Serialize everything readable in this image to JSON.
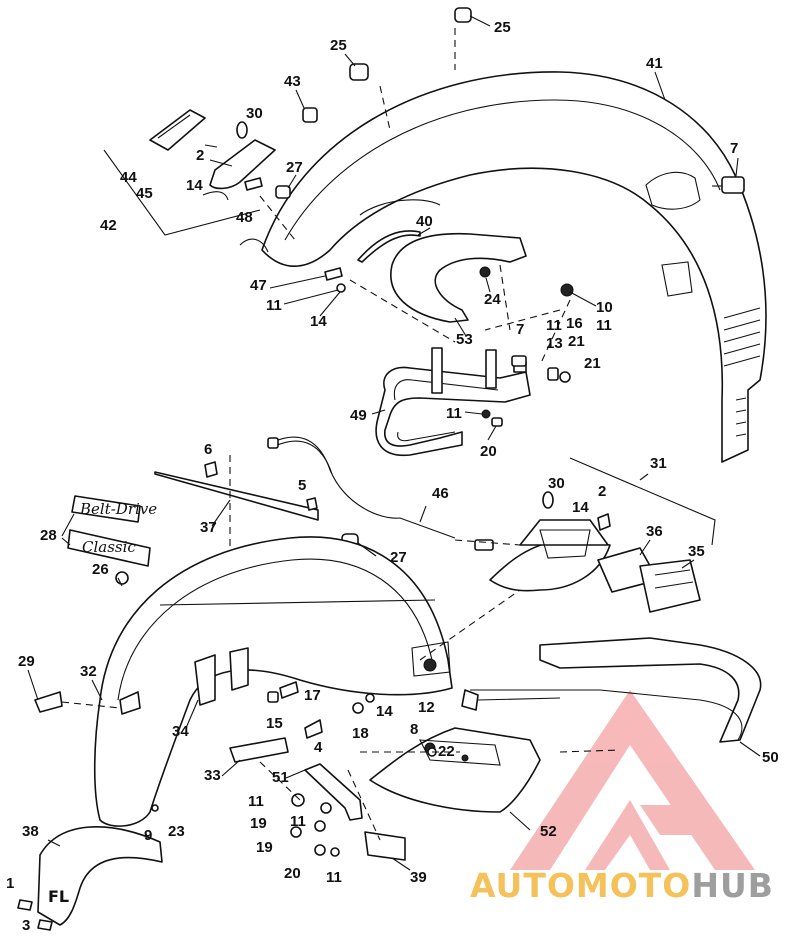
{
  "callouts": {
    "c1": "1",
    "c2a": "2",
    "c2b": "2",
    "c3": "3",
    "c4": "4",
    "c5": "5",
    "c6": "6",
    "c7a": "7",
    "c7b": "7",
    "c8": "8",
    "c9": "9",
    "c10": "10",
    "c11a": "11",
    "c11b": "11",
    "c11c": "11",
    "c11d": "11",
    "c11e": "11",
    "c11f": "11",
    "c11g": "11",
    "c12": "12",
    "c13": "13",
    "c14a": "14",
    "c14b": "14",
    "c14c": "14",
    "c14d": "14",
    "c15": "15",
    "c16": "16",
    "c17": "17",
    "c18": "18",
    "c19a": "19",
    "c19b": "19",
    "c20a": "20",
    "c20b": "20",
    "c21a": "21",
    "c21b": "21",
    "c22": "22",
    "c23": "23",
    "c24": "24",
    "c25a": "25",
    "c25b": "25",
    "c26": "26",
    "c27a": "27",
    "c27b": "27",
    "c28": "28",
    "c29": "29",
    "c30a": "30",
    "c30b": "30",
    "c31": "31",
    "c32": "32",
    "c33": "33",
    "c34": "34",
    "c35": "35",
    "c36": "36",
    "c37": "37",
    "c38": "38",
    "c39": "39",
    "c40": "40",
    "c41": "41",
    "c42": "42",
    "c43": "43",
    "c44": "44",
    "c45": "45",
    "c46": "46",
    "c47": "47",
    "c48": "48",
    "c49": "49",
    "c50": "50",
    "c51": "51",
    "c52": "52",
    "c53": "53"
  },
  "emblems": {
    "belt_drive": "Belt-Drive",
    "classic": "Classic",
    "tip_letters": "FL"
  },
  "watermark": {
    "part1": "AUTO",
    "part2": "MOTO",
    "part3": "HUB",
    "color_primary": "#f5c15a",
    "color_secondary": "#9e9e9e",
    "triangle_color": "#f08080"
  }
}
